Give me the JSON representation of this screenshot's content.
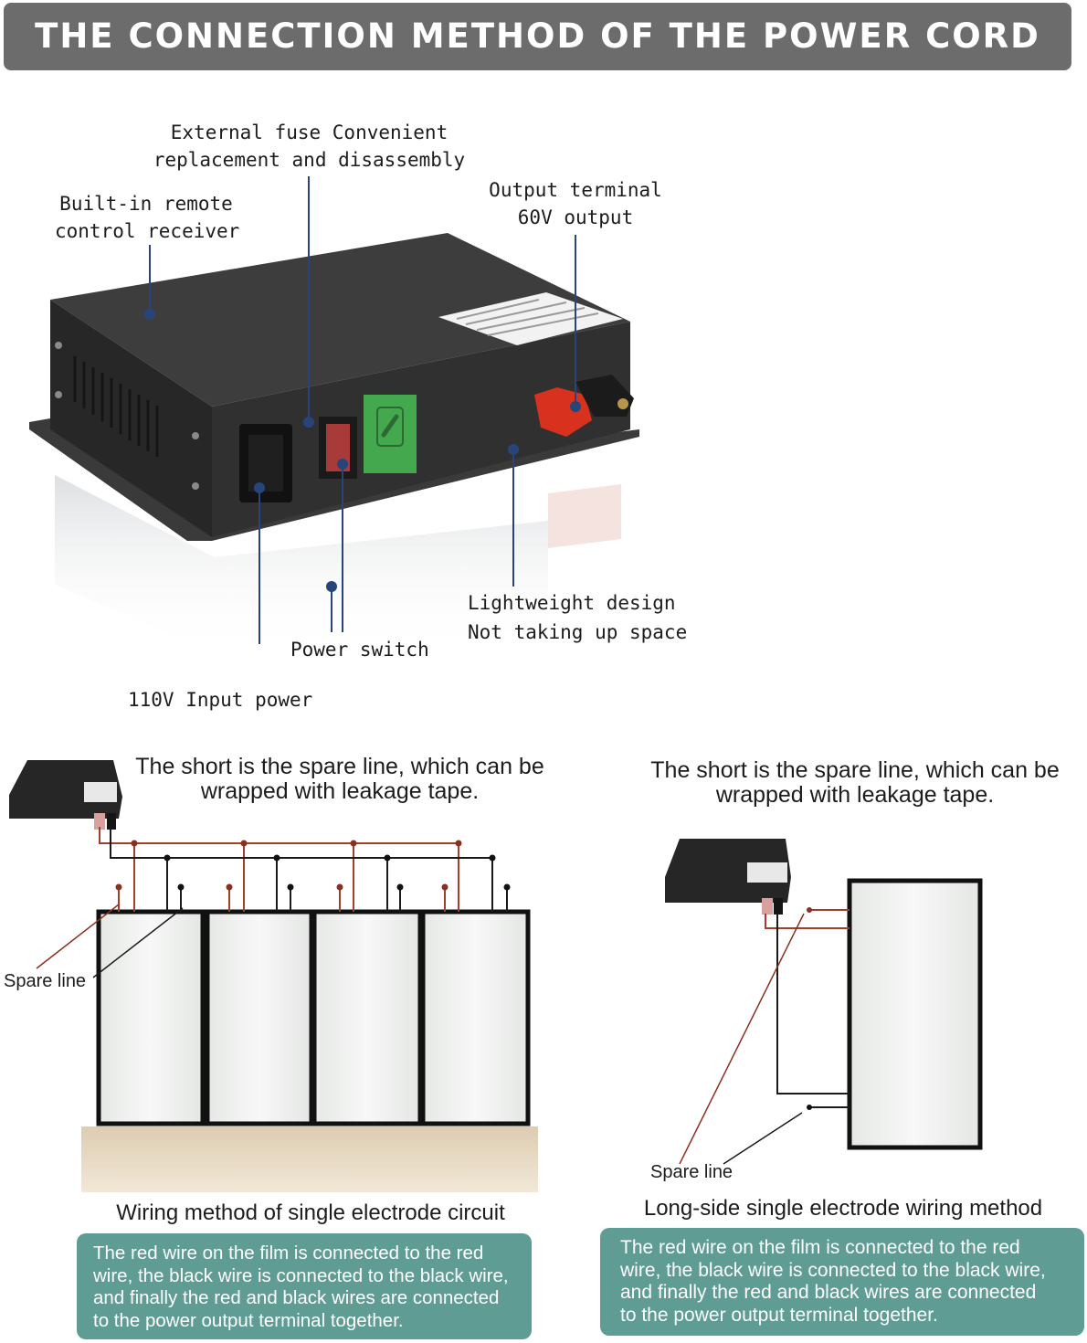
{
  "banner": {
    "title": "THE CONNECTION METHOD OF THE POWER CORD"
  },
  "device_labels": {
    "fuse": [
      "External fuse Convenient",
      "replacement and disassembly"
    ],
    "remote": [
      "Built-in remote",
      "control receiver"
    ],
    "output": [
      "Output terminal",
      "60V output"
    ],
    "lightweight": [
      "Lightweight design",
      "Not taking up space"
    ],
    "power_switch": "Power switch",
    "input_power": "110V Input power"
  },
  "left_panel": {
    "caption": [
      "The short is the spare line, which can be",
      "wrapped with leakage tape."
    ],
    "spare_label": "Spare line",
    "subtitle": "Wiring method of single electrode circuit",
    "note": [
      "The red wire on the film is connected to the red",
      "wire, the black wire is connected to the black wire,",
      "and finally the red and black wires are connected",
      "to the power output terminal together."
    ]
  },
  "right_panel": {
    "caption": [
      "The short is the spare line, which can be",
      "wrapped with leakage tape."
    ],
    "spare_label": "Spare line",
    "subtitle": "Long-side single electrode wiring method",
    "note": [
      "The red wire on the film is connected to the red",
      "wire, the black wire is connected to the black wire,",
      "and finally the red and black wires are connected",
      "to the power output terminal together."
    ]
  },
  "colors": {
    "banner": "#6c6c6c",
    "note_box": "#5e9c94",
    "leader_line": "#27457a",
    "device_body": "#2c2c2c",
    "red_wire": "#a0402c",
    "black_wire": "#1a1a1a"
  },
  "icons": [
    "remote-control-icon"
  ]
}
